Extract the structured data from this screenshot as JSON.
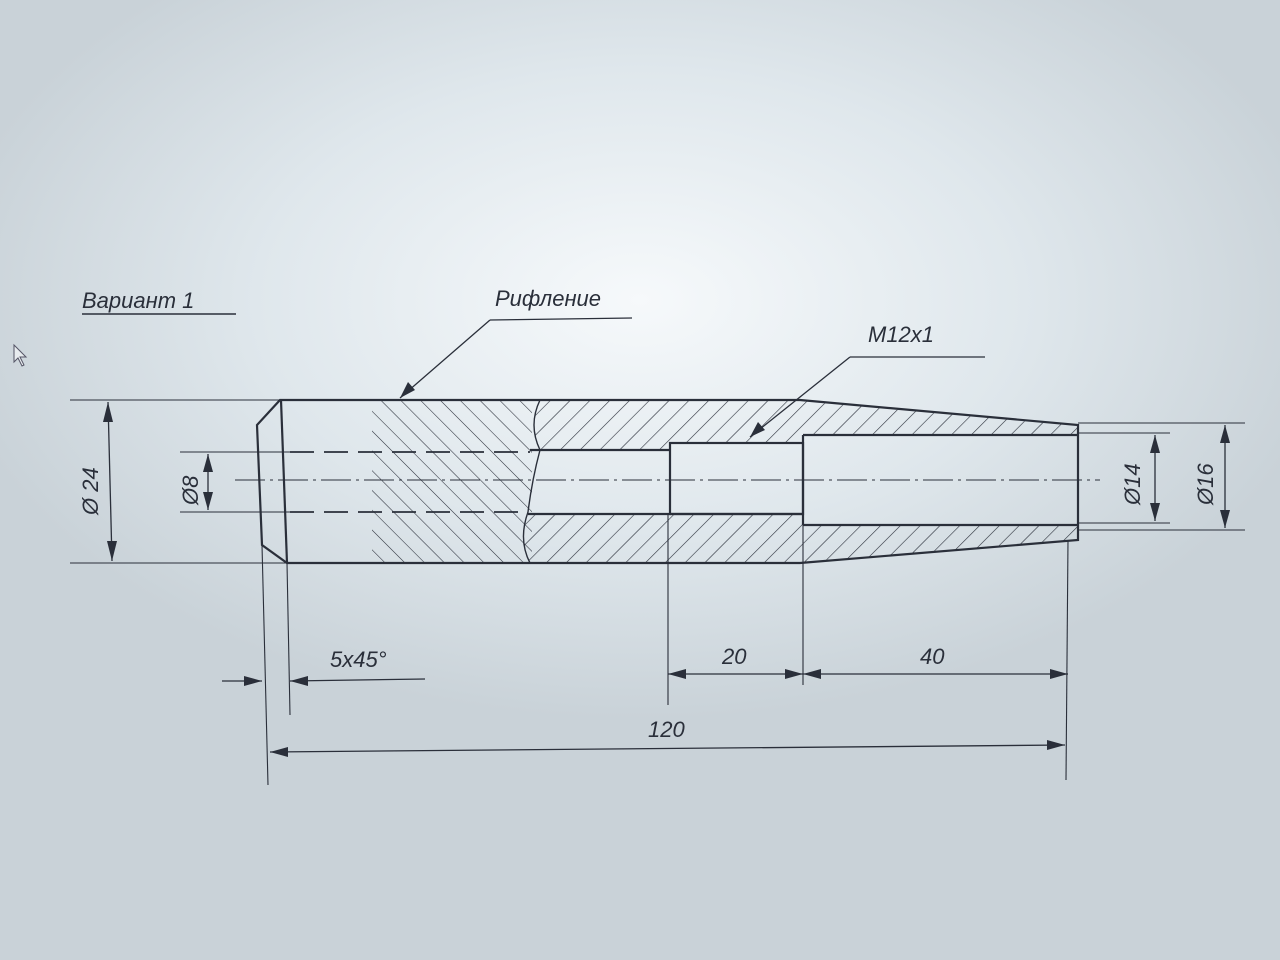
{
  "title": "Вариант 1",
  "labels": {
    "knurling": "Рифление",
    "thread": "M12x1"
  },
  "dimensions": {
    "d24": "Ø 24",
    "d8": "Ø8",
    "d14": "Ø14",
    "d16": "Ø16",
    "chamfer": "5x45°",
    "len20": "20",
    "len40": "40",
    "len120": "120"
  }
}
